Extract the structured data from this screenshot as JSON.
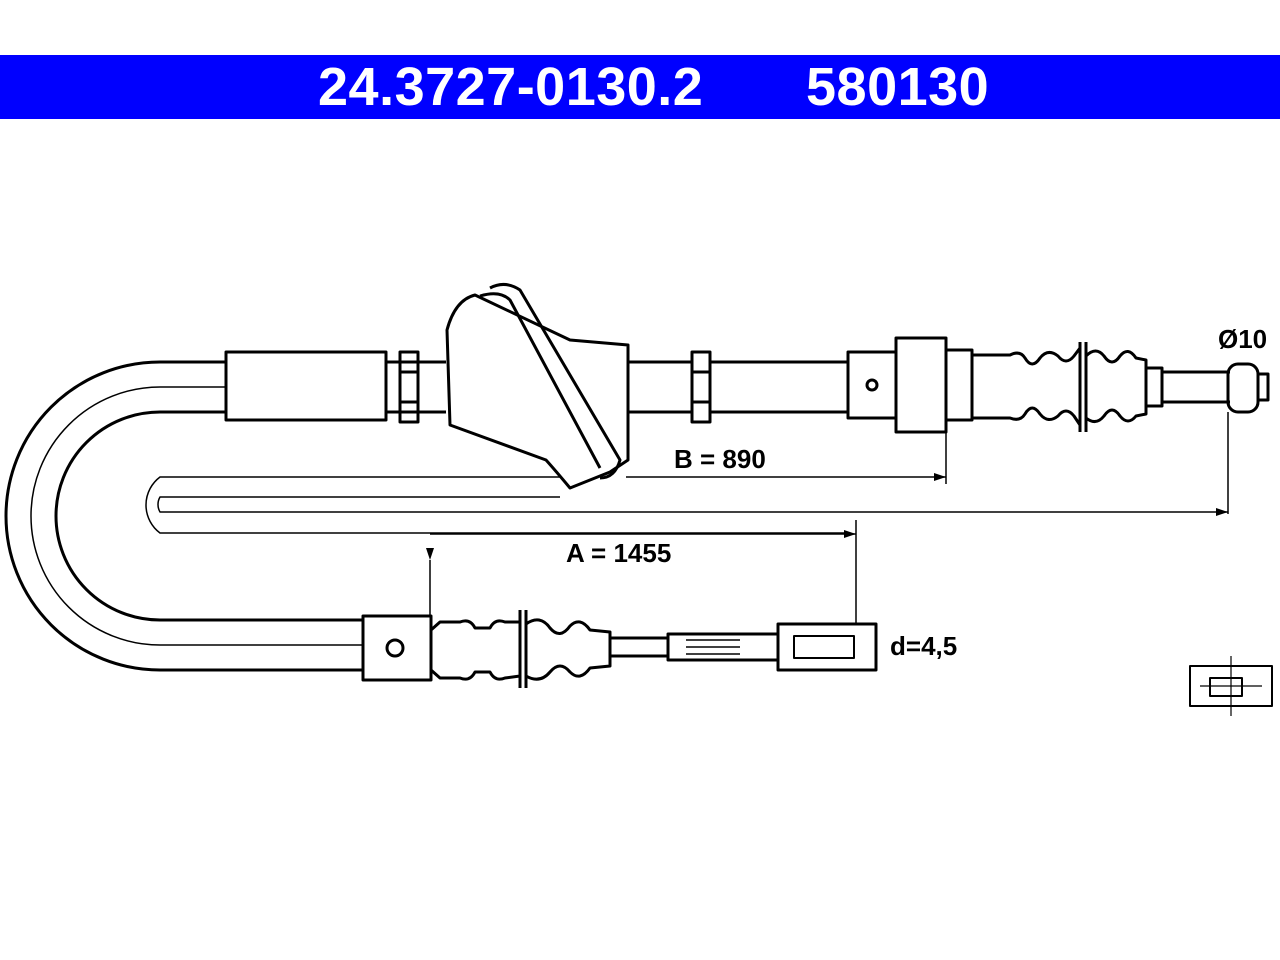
{
  "header": {
    "part_number": "24.3727-0130.2",
    "reference_number": "580130",
    "background_color": "#0000ff",
    "text_color": "#ffffff"
  },
  "drawing": {
    "dimension_b": "B = 890",
    "dimension_a": "A = 1455",
    "diameter": "Ø10",
    "wire_diameter": "d=4,5"
  }
}
